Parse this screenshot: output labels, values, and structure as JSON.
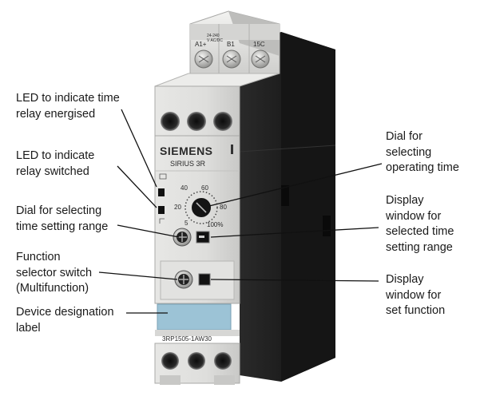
{
  "labels": {
    "led_energised": "LED to indicate time\nrelay energised",
    "led_switched": "LED to indicate\nrelay switched",
    "dial_range": "Dial for selecting\ntime setting range",
    "function_switch": "Function\nselector switch\n(Multifunction)",
    "designation_label": "Device designation\nlabel",
    "dial_time": "Dial for\nselecting\noperating time",
    "window_range": "Display\nwindow for\nselected time\nsetting range",
    "window_function": "Display\nwindow for\nset function"
  },
  "device": {
    "brand": "SIEMENS",
    "series": "SIRIUS 3R",
    "terminals_top": [
      "A1+",
      "B1",
      "15C"
    ],
    "terminal_small_text": "24-240\nV AC/DC",
    "dial_scale": [
      "40",
      "60",
      "20",
      "80",
      "5",
      "100%"
    ],
    "order_number": "3RP1505-1AW30"
  },
  "colors": {
    "housing": "#dcdcda",
    "housing_shadow": "#9c9c9a",
    "side_panel": "#1b1b1b",
    "label_strip": "#9cc3d6",
    "text": "#1a1a1a"
  }
}
